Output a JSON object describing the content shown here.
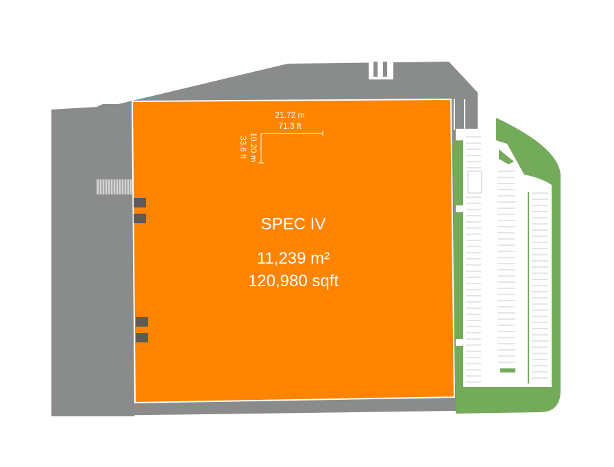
{
  "building": {
    "name": "SPEC IV",
    "area_metric": "11,239 m²",
    "area_imperial": "120,980 sqft"
  },
  "bay_dimensions": {
    "width_metric": "21.72 m",
    "width_imperial": "71.3 ft",
    "depth_metric": "10.20 m",
    "depth_imperial": "33.6 ft"
  },
  "colors": {
    "building": "#ff8400",
    "pavement": "#8a8c8c",
    "landscape": "#74ab5a",
    "dock_door": "#5f5a58",
    "parking_line": "#c9cccc"
  }
}
